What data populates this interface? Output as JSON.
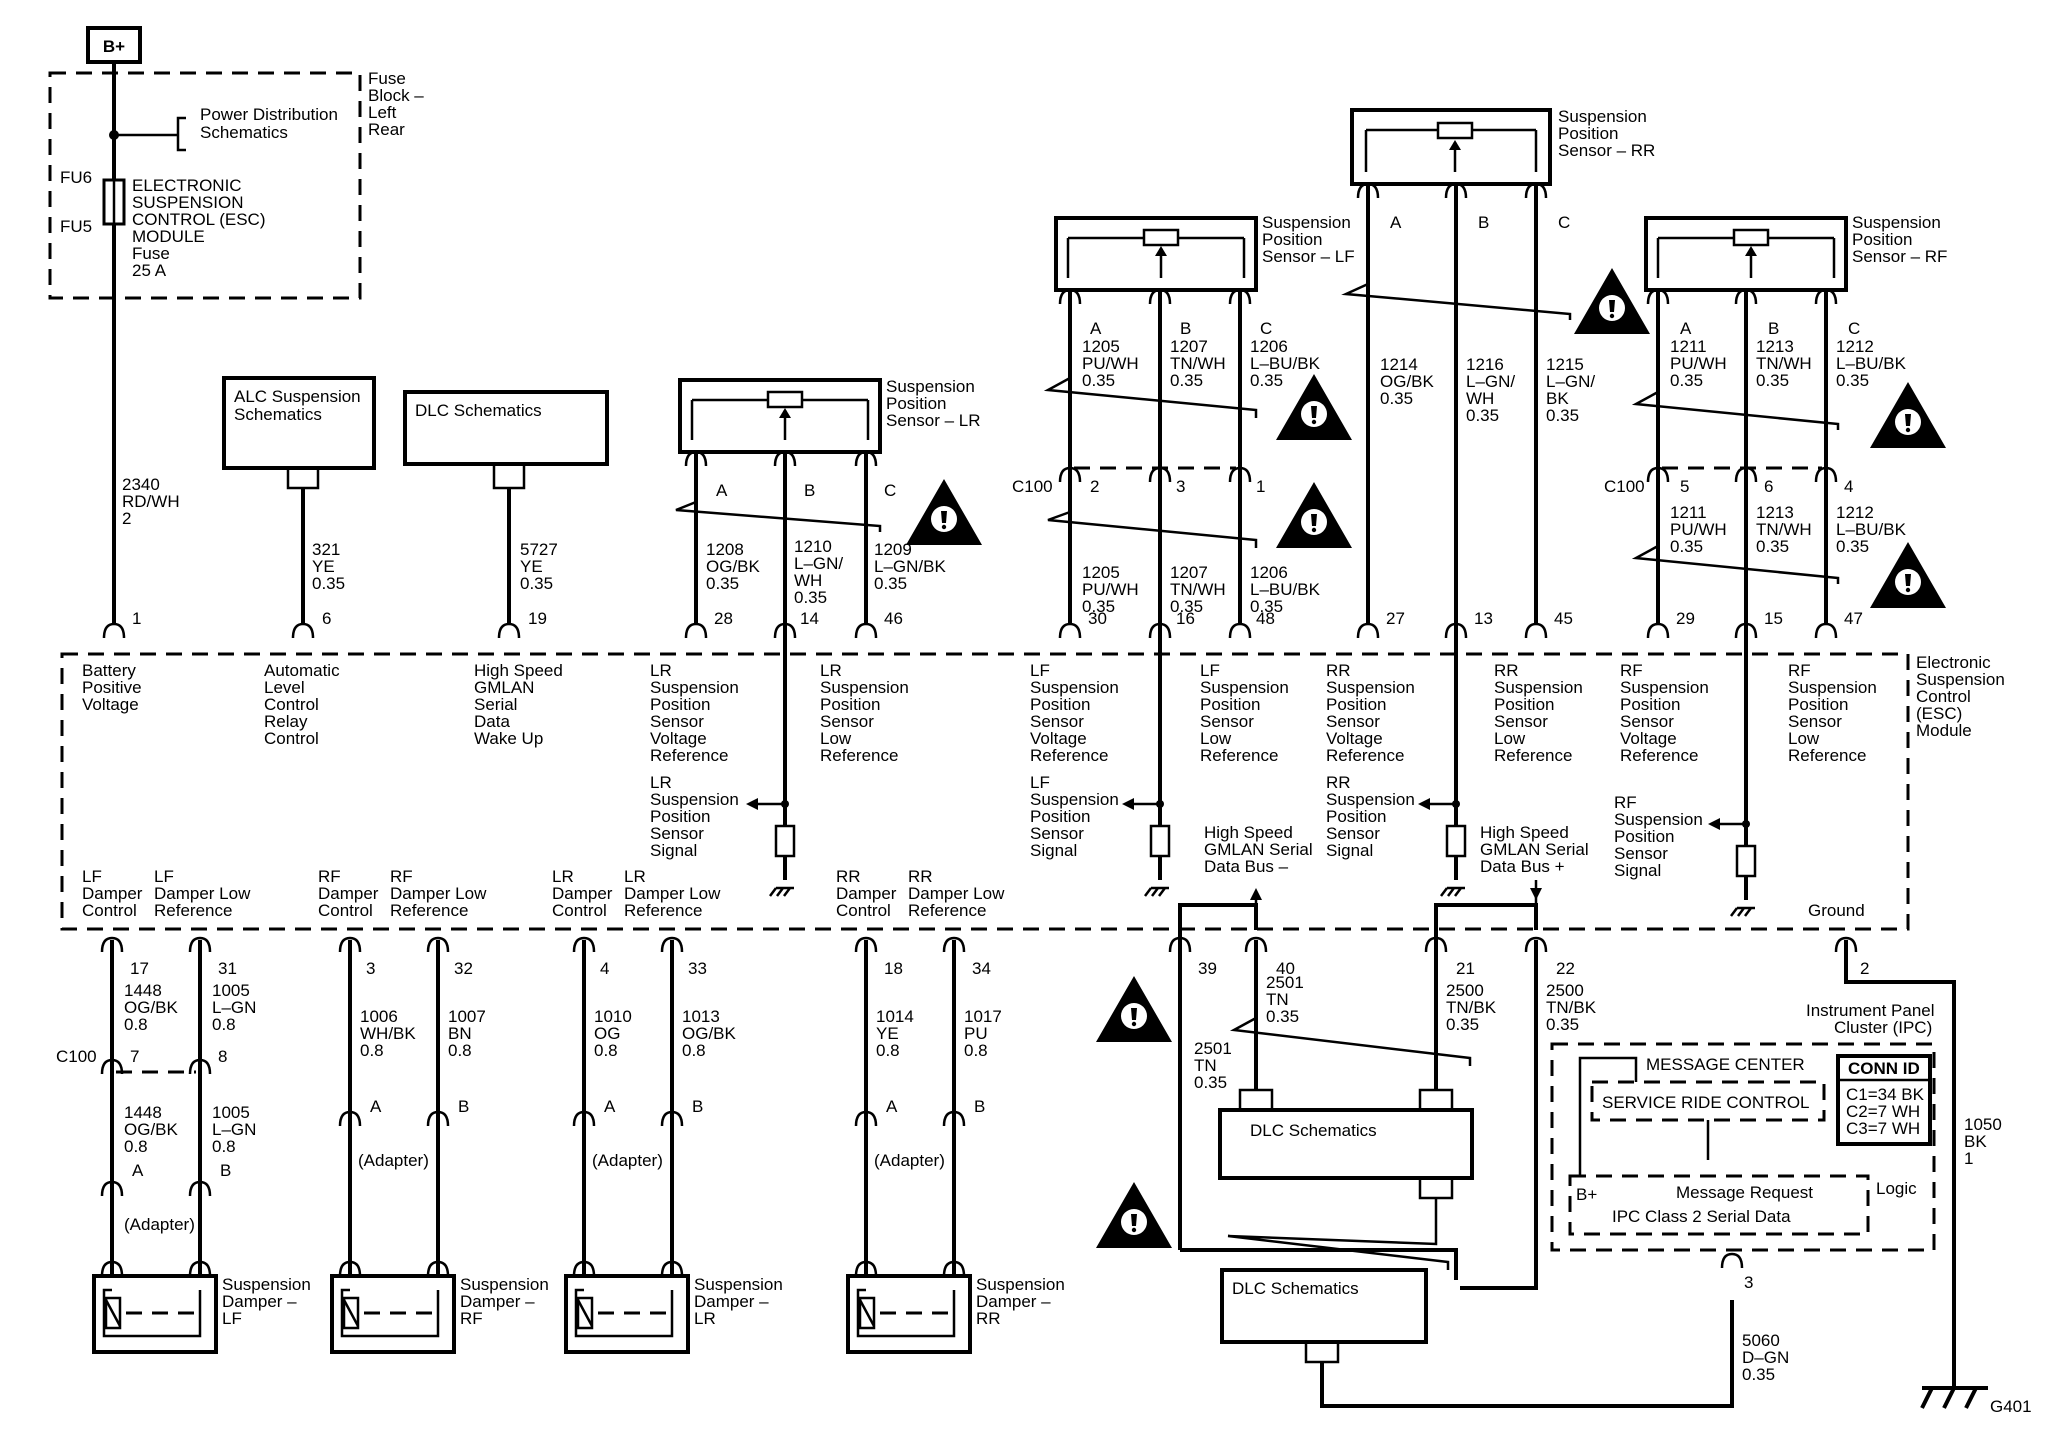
{
  "battery": "B+",
  "fuse_block": {
    "label": [
      "Fuse",
      "Block –",
      "Left",
      "Rear"
    ],
    "power_dist": [
      "Power Distribution",
      "Schematics"
    ],
    "fu6": "FU6",
    "fu5": "FU5",
    "fuse_label": [
      "ELECTRONIC",
      "SUSPENSION",
      "CONTROL (ESC)",
      "MODULE",
      "Fuse",
      "25 A"
    ]
  },
  "boxes": {
    "alc": [
      "ALC Suspension",
      "Schematics"
    ],
    "dlc_top": "DLC Schematics",
    "dlc_mid": "DLC Schematics",
    "dlc_bot": "DLC Schematics"
  },
  "sensors": {
    "lr": [
      "Suspension",
      "Position",
      "Sensor – LR"
    ],
    "lf": [
      "Suspension",
      "Position",
      "Sensor – LF"
    ],
    "rr": [
      "Suspension",
      "Position",
      "Sensor – RR"
    ],
    "rf": [
      "Suspension",
      "Position",
      "Sensor – RF"
    ]
  },
  "pin_letters": {
    "a": "A",
    "b": "B",
    "c": "C"
  },
  "connector": "C100",
  "wires": [
    {
      "n": "2340",
      "c": "RD/WH",
      "g": "2"
    },
    {
      "n": "321",
      "c": "YE",
      "g": "0.35"
    },
    {
      "n": "5727",
      "c": "YE",
      "g": "0.35"
    },
    {
      "n": "1208",
      "c": "OG/BK",
      "g": "0.35"
    },
    {
      "n": "1210",
      "c": "L–GN/",
      "c2": "WH",
      "g": "0.35"
    },
    {
      "n": "1209",
      "c": "L–GN/BK",
      "g": "0.35"
    },
    {
      "n": "1205",
      "c": "PU/WH",
      "g": "0.35"
    },
    {
      "n": "1207",
      "c": "TN/WH",
      "g": "0.35"
    },
    {
      "n": "1206",
      "c": "L–BU/BK",
      "g": "0.35"
    },
    {
      "n": "1214",
      "c": "OG/BK",
      "g": "0.35"
    },
    {
      "n": "1216",
      "c": "L–GN/",
      "c2": "WH",
      "g": "0.35"
    },
    {
      "n": "1215",
      "c": "L–GN/",
      "c2": "BK",
      "g": "0.35"
    },
    {
      "n": "1211",
      "c": "PU/WH",
      "g": "0.35"
    },
    {
      "n": "1213",
      "c": "TN/WH",
      "g": "0.35"
    },
    {
      "n": "1212",
      "c": "L–BU/BK",
      "g": "0.35"
    },
    {
      "n": "1448",
      "c": "OG/BK",
      "g": "0.8"
    },
    {
      "n": "1005",
      "c": "L–GN",
      "g": "0.8"
    },
    {
      "n": "1006",
      "c": "WH/BK",
      "g": "0.8"
    },
    {
      "n": "1007",
      "c": "BN",
      "g": "0.8"
    },
    {
      "n": "1010",
      "c": "OG",
      "g": "0.8"
    },
    {
      "n": "1013",
      "c": "OG/BK",
      "g": "0.8"
    },
    {
      "n": "1014",
      "c": "YE",
      "g": "0.8"
    },
    {
      "n": "1017",
      "c": "PU",
      "g": "0.8"
    },
    {
      "n": "2501",
      "c": "TN",
      "g": "0.35"
    },
    {
      "n": "2500",
      "c": "TN/BK",
      "g": "0.35"
    },
    {
      "n": "5060",
      "c": "D–GN",
      "g": "0.35"
    },
    {
      "n": "1050",
      "c": "BK",
      "g": "1"
    }
  ],
  "pins": {
    "p1": "1",
    "p6": "6",
    "p19": "19",
    "p28": "28",
    "p14": "14",
    "p46": "46",
    "p30": "30",
    "p16": "16",
    "p48": "48",
    "p27": "27",
    "p13": "13",
    "p45": "45",
    "p29": "29",
    "p15": "15",
    "p47": "47",
    "p17": "17",
    "p31": "31",
    "p3": "3",
    "p32": "32",
    "p4": "4",
    "p33": "33",
    "p18": "18",
    "p34": "34",
    "p39": "39",
    "p40": "40",
    "p21": "21",
    "p22": "22",
    "p2": "2",
    "c2": "2",
    "c3": "3",
    "c1": "1",
    "c5": "5",
    "c6": "6",
    "c4": "4",
    "c7": "7",
    "c8": "8",
    "ipc3": "3"
  },
  "esc_module": {
    "name": [
      "Electronic",
      "Suspension",
      "Control",
      "(ESC)",
      "Module"
    ],
    "battery_voltage": [
      "Battery",
      "Positive",
      "Voltage"
    ],
    "alc_relay": [
      "Automatic",
      "Level",
      "Control",
      "Relay",
      "Control"
    ],
    "gmlan_wake": [
      "High Speed",
      "GMLAN",
      "Serial",
      "Data",
      "Wake Up"
    ],
    "lr_vref": [
      "LR",
      "Suspension",
      "Position",
      "Sensor",
      "Voltage",
      "Reference"
    ],
    "lr_low": [
      "LR",
      "Suspension",
      "Position",
      "Sensor",
      "Low",
      "Reference"
    ],
    "lr_sig": [
      "LR",
      "Suspension",
      "Position",
      "Sensor",
      "Signal"
    ],
    "lf_vref": [
      "LF",
      "Suspension",
      "Position",
      "Sensor",
      "Voltage",
      "Reference"
    ],
    "lf_low": [
      "LF",
      "Suspension",
      "Position",
      "Sensor",
      "Low",
      "Reference"
    ],
    "lf_sig": [
      "LF",
      "Suspension",
      "Position",
      "Sensor",
      "Signal"
    ],
    "rr_vref": [
      "RR",
      "Suspension",
      "Position",
      "Sensor",
      "Voltage",
      "Reference"
    ],
    "rr_low": [
      "RR",
      "Suspension",
      "Position",
      "Sensor",
      "Low",
      "Reference"
    ],
    "rr_sig": [
      "RR",
      "Suspension",
      "Position",
      "Sensor",
      "Signal"
    ],
    "rf_vref": [
      "RF",
      "Suspension",
      "Position",
      "Sensor",
      "Voltage",
      "Reference"
    ],
    "rf_low": [
      "RF",
      "Suspension",
      "Position",
      "Sensor",
      "Low",
      "Reference"
    ],
    "rf_sig": [
      "RF",
      "Suspension",
      "Position",
      "Sensor",
      "Signal"
    ],
    "gmlan_minus": [
      "High Speed",
      "GMLAN Serial",
      "Data Bus –"
    ],
    "gmlan_plus": [
      "High Speed",
      "GMLAN Serial",
      "Data Bus +"
    ],
    "lf_damp": [
      "LF",
      "Damper",
      "Control"
    ],
    "lf_damp_low": [
      "LF",
      "Damper Low",
      "Reference"
    ],
    "rf_damp": [
      "RF",
      "Damper",
      "Control"
    ],
    "rf_damp_low": [
      "RF",
      "Damper Low",
      "Reference"
    ],
    "lr_damp": [
      "LR",
      "Damper",
      "Control"
    ],
    "lr_damp_low": [
      "LR",
      "Damper Low",
      "Reference"
    ],
    "rr_damp": [
      "RR",
      "Damper",
      "Control"
    ],
    "rr_damp_low": [
      "RR",
      "Damper Low",
      "Reference"
    ],
    "ground": "Ground"
  },
  "adapter": "(Adapter)",
  "dampers": {
    "lf": [
      "Suspension",
      "Damper –",
      "LF"
    ],
    "rf": [
      "Suspension",
      "Damper –",
      "RF"
    ],
    "lr": [
      "Suspension",
      "Damper –",
      "LR"
    ],
    "rr": [
      "Suspension",
      "Damper –",
      "RR"
    ]
  },
  "ipc": {
    "title": [
      "Instrument Panel",
      "Cluster (IPC)"
    ],
    "message_center": "MESSAGE CENTER",
    "service_ride": "SERVICE RIDE CONTROL",
    "conn_id": "CONN ID",
    "conn_rows": [
      "C1=34 BK",
      "C2=7 WH",
      "C3=7 WH"
    ],
    "bplus": "B+",
    "msg_req": "Message Request",
    "class2": "IPC Class 2 Serial Data",
    "logic": "Logic"
  },
  "ground_label": "G401"
}
